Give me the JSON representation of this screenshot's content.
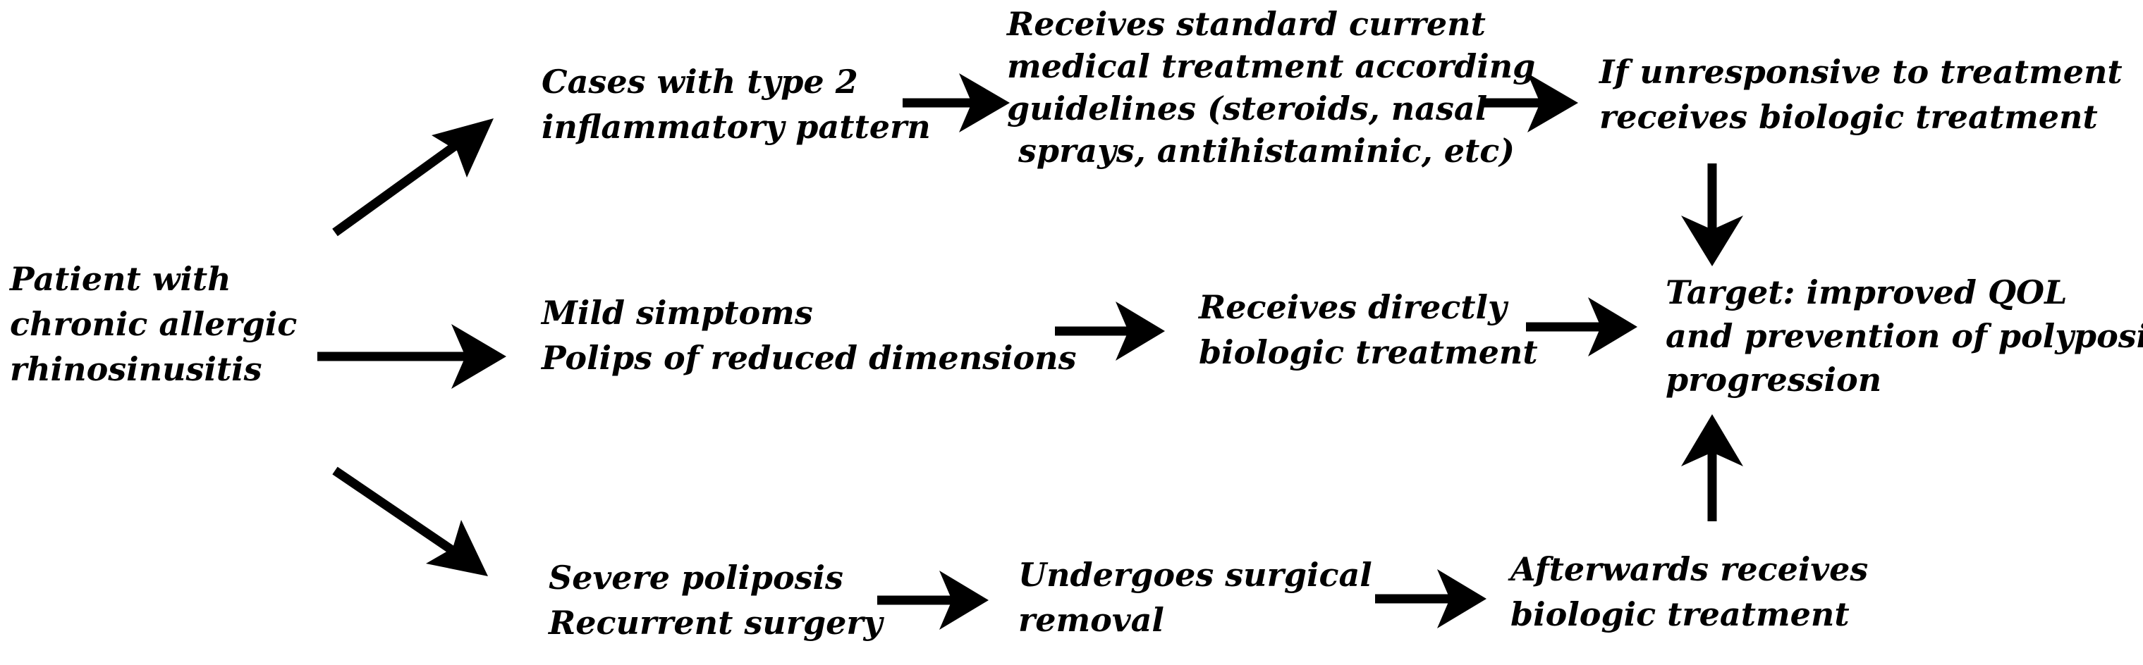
{
  "nodes": {
    "patient": {
      "lines": [
        "Patient with",
        "chronic allergic",
        "rhinosinusitis"
      ]
    },
    "type2": {
      "lines": [
        "Cases with type 2",
        "inflammatory pattern"
      ]
    },
    "standard_tx": {
      "lines": [
        "Receives standard current",
        "medical treatment according",
        "guidelines (steroids, nasal",
        " sprays, antihistaminic, etc)"
      ]
    },
    "unresponsive": {
      "lines": [
        "If unresponsive to treatment",
        "receives biologic treatment"
      ]
    },
    "mild": {
      "lines": [
        "Mild simptoms",
        "Polips of reduced dimensions"
      ]
    },
    "direct_bio": {
      "lines": [
        "Receives directly",
        "biologic treatment"
      ]
    },
    "target": {
      "lines": [
        "Target: improved QOL",
        "and prevention of polyposis",
        "progression"
      ]
    },
    "severe": {
      "lines": [
        "Severe poliposis",
        "Recurrent surgery"
      ]
    },
    "surgery": {
      "lines": [
        "Undergoes surgical",
        "removal"
      ]
    },
    "afterwards": {
      "lines": [
        "Afterwards receives",
        "biologic treatment"
      ]
    }
  },
  "edges": [
    {
      "from": "patient",
      "to": "type2"
    },
    {
      "from": "patient",
      "to": "mild"
    },
    {
      "from": "patient",
      "to": "severe"
    },
    {
      "from": "type2",
      "to": "standard_tx"
    },
    {
      "from": "standard_tx",
      "to": "unresponsive"
    },
    {
      "from": "unresponsive",
      "to": "target"
    },
    {
      "from": "mild",
      "to": "direct_bio"
    },
    {
      "from": "direct_bio",
      "to": "target"
    },
    {
      "from": "severe",
      "to": "surgery"
    },
    {
      "from": "surgery",
      "to": "afterwards"
    },
    {
      "from": "afterwards",
      "to": "target"
    }
  ],
  "colors": {
    "ink": "#000000",
    "background": "#ffffff"
  }
}
